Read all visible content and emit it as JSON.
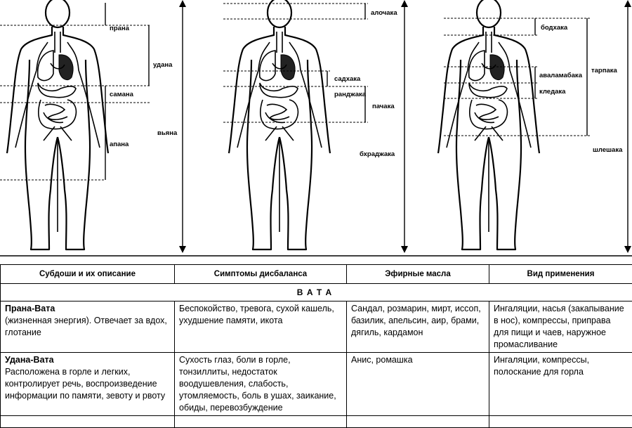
{
  "figures": {
    "left": {
      "labels": [
        "прана",
        "удана",
        "самана",
        "апана",
        "вьяна"
      ]
    },
    "middle": {
      "labels": [
        "алочака",
        "садхака",
        "ранджака",
        "пачака",
        "бхраджака"
      ]
    },
    "right": {
      "labels": [
        "бодхака",
        "тарпака",
        "аваламабака",
        "кледака",
        "шлешака"
      ]
    }
  },
  "table": {
    "headers": [
      "Субдоши и их описание",
      "Симптомы дисбаланса",
      "Эфирные масла",
      "Вид применения"
    ],
    "section_title": "ВАТА",
    "rows": [
      {
        "title": "Прана-Вата",
        "description": "(жизненная энергия). Отвечает за вдох, глотание",
        "symptoms": "Беспокойство, тревога, сухой кашель, ухудшение памяти, икота",
        "oils": "Сандал, розмарин, мирт, иссоп, базилик, апельсин, аир, брами, дягиль, кардамон",
        "usage": "Ингаляции, насья (закапывание в нос), компрессы, приправа для пищи и чаев, наружное промасливание"
      },
      {
        "title": "Удана-Вата",
        "description": "Расположена в горле и легких, контролирует речь, воспроизведение информации по памяти, зевоту и рвоту",
        "symptoms": "Сухость глаз, боли в горле, тонзиллиты, недостаток воодушевления, слабость, утомляемость, боль в ушах, заикание, обиды, перевозбуждение",
        "oils": "Анис, ромашка",
        "usage": "Ингаляции, компрессы, полоскание для горла"
      }
    ]
  }
}
